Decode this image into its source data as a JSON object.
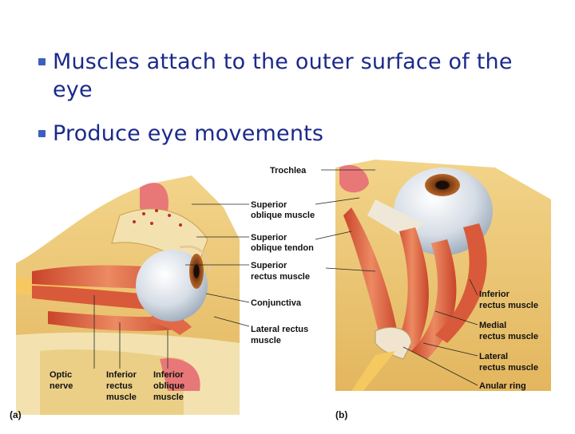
{
  "bullets": [
    "Muscles attach to the outer surface of the eye",
    "Produce eye movements"
  ],
  "figure": {
    "panel_a": "(a)",
    "panel_b": "(b)",
    "labels_mid": {
      "trochlea": "Trochlea",
      "sup_oblique_muscle_1": "Superior",
      "sup_oblique_muscle_2": "oblique muscle",
      "sup_oblique_tendon_1": "Superior",
      "sup_oblique_tendon_2": "oblique tendon",
      "sup_rectus_1": "Superior",
      "sup_rectus_2": "rectus muscle",
      "conjunctiva": "Conjunctiva",
      "lat_rectus_1": "Lateral rectus",
      "lat_rectus_2": "muscle"
    },
    "labels_bottom": {
      "optic_1": "Optic",
      "optic_2": "nerve",
      "inf_rectus_1": "Inferior",
      "inf_rectus_2": "rectus",
      "inf_rectus_3": "muscle",
      "inf_oblique_1": "Inferior",
      "inf_oblique_2": "oblique",
      "inf_oblique_3": "muscle"
    },
    "labels_right": {
      "inf_rectus_1": "Inferior",
      "inf_rectus_2": "rectus muscle",
      "medial_1": "Medial",
      "medial_2": "rectus muscle",
      "lateral_1": "Lateral",
      "lateral_2": "rectus muscle",
      "anular": "Anular ring"
    }
  }
}
